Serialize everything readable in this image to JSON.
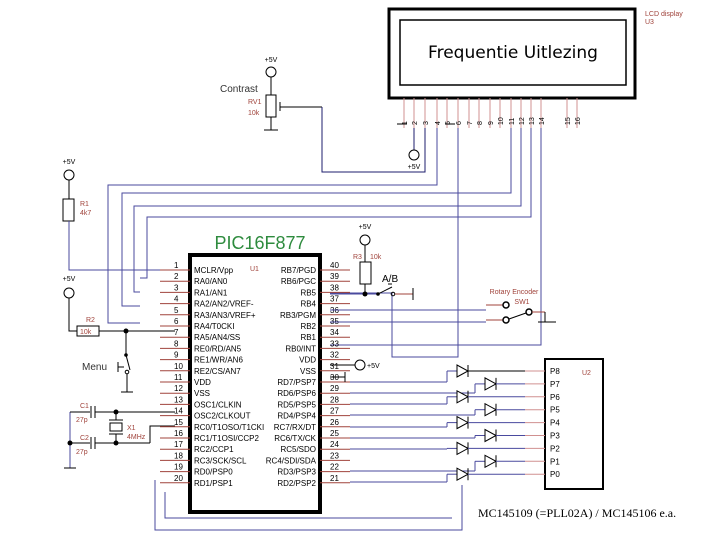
{
  "lcd": {
    "display_text": "Frequentie Uitlezing",
    "label": "LCD display",
    "ref": "U3",
    "pins": [
      "1",
      "2",
      "3",
      "4",
      "5",
      "6",
      "7",
      "8",
      "9",
      "10",
      "11",
      "12",
      "13",
      "14",
      "15",
      "16"
    ],
    "vcc_label": "+5V"
  },
  "contrast": {
    "label": "Contrast",
    "ref": "RV1",
    "value": "10k",
    "vcc_label": "+5V"
  },
  "r1": {
    "ref": "R1",
    "value": "4k7",
    "vcc_label": "+5V"
  },
  "r2": {
    "ref": "R2",
    "value": "10k",
    "vcc_label": "+5V"
  },
  "r3": {
    "ref": "R3",
    "value": "10k",
    "vcc_label": "+5V"
  },
  "switch_ab": {
    "label": "A/B"
  },
  "menu": {
    "label": "Menu"
  },
  "c1": {
    "ref": "C1",
    "value": "27p"
  },
  "c2": {
    "ref": "C2",
    "value": "27p"
  },
  "x1": {
    "ref": "X1",
    "value": "4MHz"
  },
  "encoder": {
    "label": "Rotary Encoder",
    "ref": "SW1"
  },
  "mcu": {
    "name": "PIC16F877",
    "ref": "U1",
    "vdd_label": "+5V",
    "left_pins": [
      {
        "num": "1",
        "name": "MCLR/Vpp"
      },
      {
        "num": "2",
        "name": "RA0/AN0"
      },
      {
        "num": "3",
        "name": "RA1/AN1"
      },
      {
        "num": "4",
        "name": "RA2/AN2/VREF-"
      },
      {
        "num": "5",
        "name": "RA3/AN3/VREF+"
      },
      {
        "num": "6",
        "name": "RA4/T0CKI"
      },
      {
        "num": "7",
        "name": "RA5/AN4/SS"
      },
      {
        "num": "8",
        "name": "RE0/RD/AN5"
      },
      {
        "num": "9",
        "name": "RE1/WR/AN6"
      },
      {
        "num": "10",
        "name": "RE2/CS/AN7"
      },
      {
        "num": "11",
        "name": "VDD"
      },
      {
        "num": "12",
        "name": "VSS"
      },
      {
        "num": "13",
        "name": "OSC1/CLKIN"
      },
      {
        "num": "14",
        "name": "OSC2/CLKOUT"
      },
      {
        "num": "15",
        "name": "RC0/T1OSO/T1CKI"
      },
      {
        "num": "16",
        "name": "RC1/T1OSI/CCP2"
      },
      {
        "num": "17",
        "name": "RC2/CCP1"
      },
      {
        "num": "18",
        "name": "RC3/SCK/SCL"
      },
      {
        "num": "19",
        "name": "RD0/PSP0"
      },
      {
        "num": "20",
        "name": "RD1/PSP1"
      }
    ],
    "right_pins": [
      {
        "num": "40",
        "name": "RB7/PGD"
      },
      {
        "num": "39",
        "name": "RB6/PGC"
      },
      {
        "num": "38",
        "name": "RB5"
      },
      {
        "num": "37",
        "name": "RB4"
      },
      {
        "num": "36",
        "name": "RB3/PGM"
      },
      {
        "num": "35",
        "name": "RB2"
      },
      {
        "num": "34",
        "name": "RB1"
      },
      {
        "num": "33",
        "name": "RB0/INT"
      },
      {
        "num": "32",
        "name": "VDD"
      },
      {
        "num": "31",
        "name": "VSS"
      },
      {
        "num": "30",
        "name": "RD7/PSP7"
      },
      {
        "num": "29",
        "name": "RD6/PSP6"
      },
      {
        "num": "28",
        "name": "RD5/PSP5"
      },
      {
        "num": "27",
        "name": "RD4/PSP4"
      },
      {
        "num": "26",
        "name": "RC7/RX/DT"
      },
      {
        "num": "25",
        "name": "RC6/TX/CK"
      },
      {
        "num": "24",
        "name": "RC5/SDO"
      },
      {
        "num": "23",
        "name": "RC4/SDI/SDA"
      },
      {
        "num": "22",
        "name": "RD3/PSP3"
      },
      {
        "num": "21",
        "name": "RD2/PSP2"
      }
    ]
  },
  "pll": {
    "ref": "U2",
    "pins": [
      "P8",
      "P7",
      "P6",
      "P5",
      "P4",
      "P3",
      "P2",
      "P1",
      "P0"
    ]
  },
  "footer": "MC145109 (=PLL02A) / MC145106 e.a."
}
